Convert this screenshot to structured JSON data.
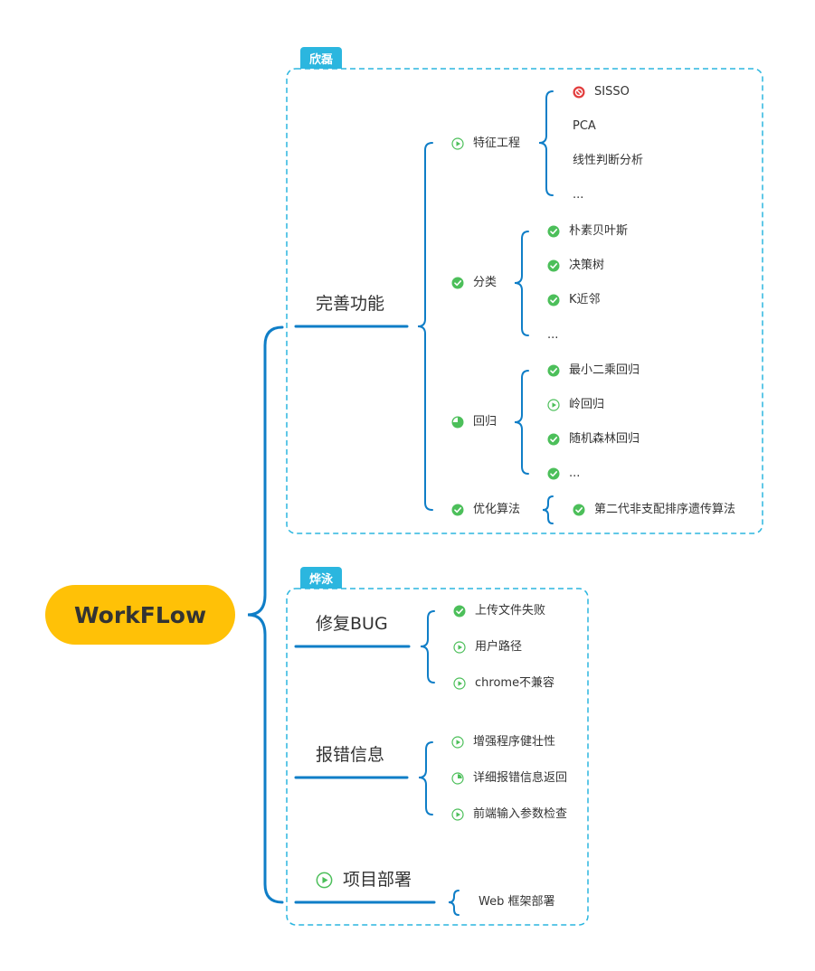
{
  "root": {
    "label": "WorkFLow"
  },
  "groups": {
    "g1": {
      "tag": "欣磊"
    },
    "g2": {
      "tag": "烨泳"
    }
  },
  "branch1": {
    "label": "完善功能",
    "feature": {
      "label": "特征工程",
      "status": "play",
      "items": [
        {
          "label": "SISSO",
          "status": "forbidden"
        },
        {
          "label": "PCA",
          "status": "none"
        },
        {
          "label": "线性判断分析",
          "status": "none"
        },
        {
          "label": "...",
          "status": "none"
        }
      ]
    },
    "classify": {
      "label": "分类",
      "status": "done",
      "items": [
        {
          "label": "朴素贝叶斯",
          "status": "done"
        },
        {
          "label": "决策树",
          "status": "done"
        },
        {
          "label": "K近邻",
          "status": "done"
        },
        {
          "label": "...",
          "status": "none"
        }
      ]
    },
    "regress": {
      "label": "回归",
      "status": "progress",
      "items": [
        {
          "label": "最小二乘回归",
          "status": "done"
        },
        {
          "label": "岭回归",
          "status": "play"
        },
        {
          "label": "随机森林回归",
          "status": "done"
        },
        {
          "label": "...",
          "status": "done"
        }
      ]
    },
    "optimize": {
      "label": "优化算法",
      "status": "done",
      "items": [
        {
          "label": "第二代非支配排序遗传算法",
          "status": "done"
        }
      ]
    }
  },
  "branch2": {
    "label": "修复BUG",
    "items": [
      {
        "label": "上传文件失败",
        "status": "done"
      },
      {
        "label": "用户路径",
        "status": "play"
      },
      {
        "label": "chrome不兼容",
        "status": "play"
      }
    ]
  },
  "branch3": {
    "label": "报错信息",
    "items": [
      {
        "label": "增强程序健壮性",
        "status": "play"
      },
      {
        "label": "详细报错信息返回",
        "status": "progress"
      },
      {
        "label": "前端输入参数检查",
        "status": "play"
      }
    ]
  },
  "branch4": {
    "label": "项目部署",
    "status": "play",
    "items": [
      {
        "label": "Web 框架部署",
        "status": "none"
      }
    ]
  },
  "colors": {
    "root": "#FFC107",
    "line": "#0F7EC7",
    "tag": "#2BB6DF",
    "done": "#4CBF5A",
    "forbidden": "#E23C3C"
  }
}
